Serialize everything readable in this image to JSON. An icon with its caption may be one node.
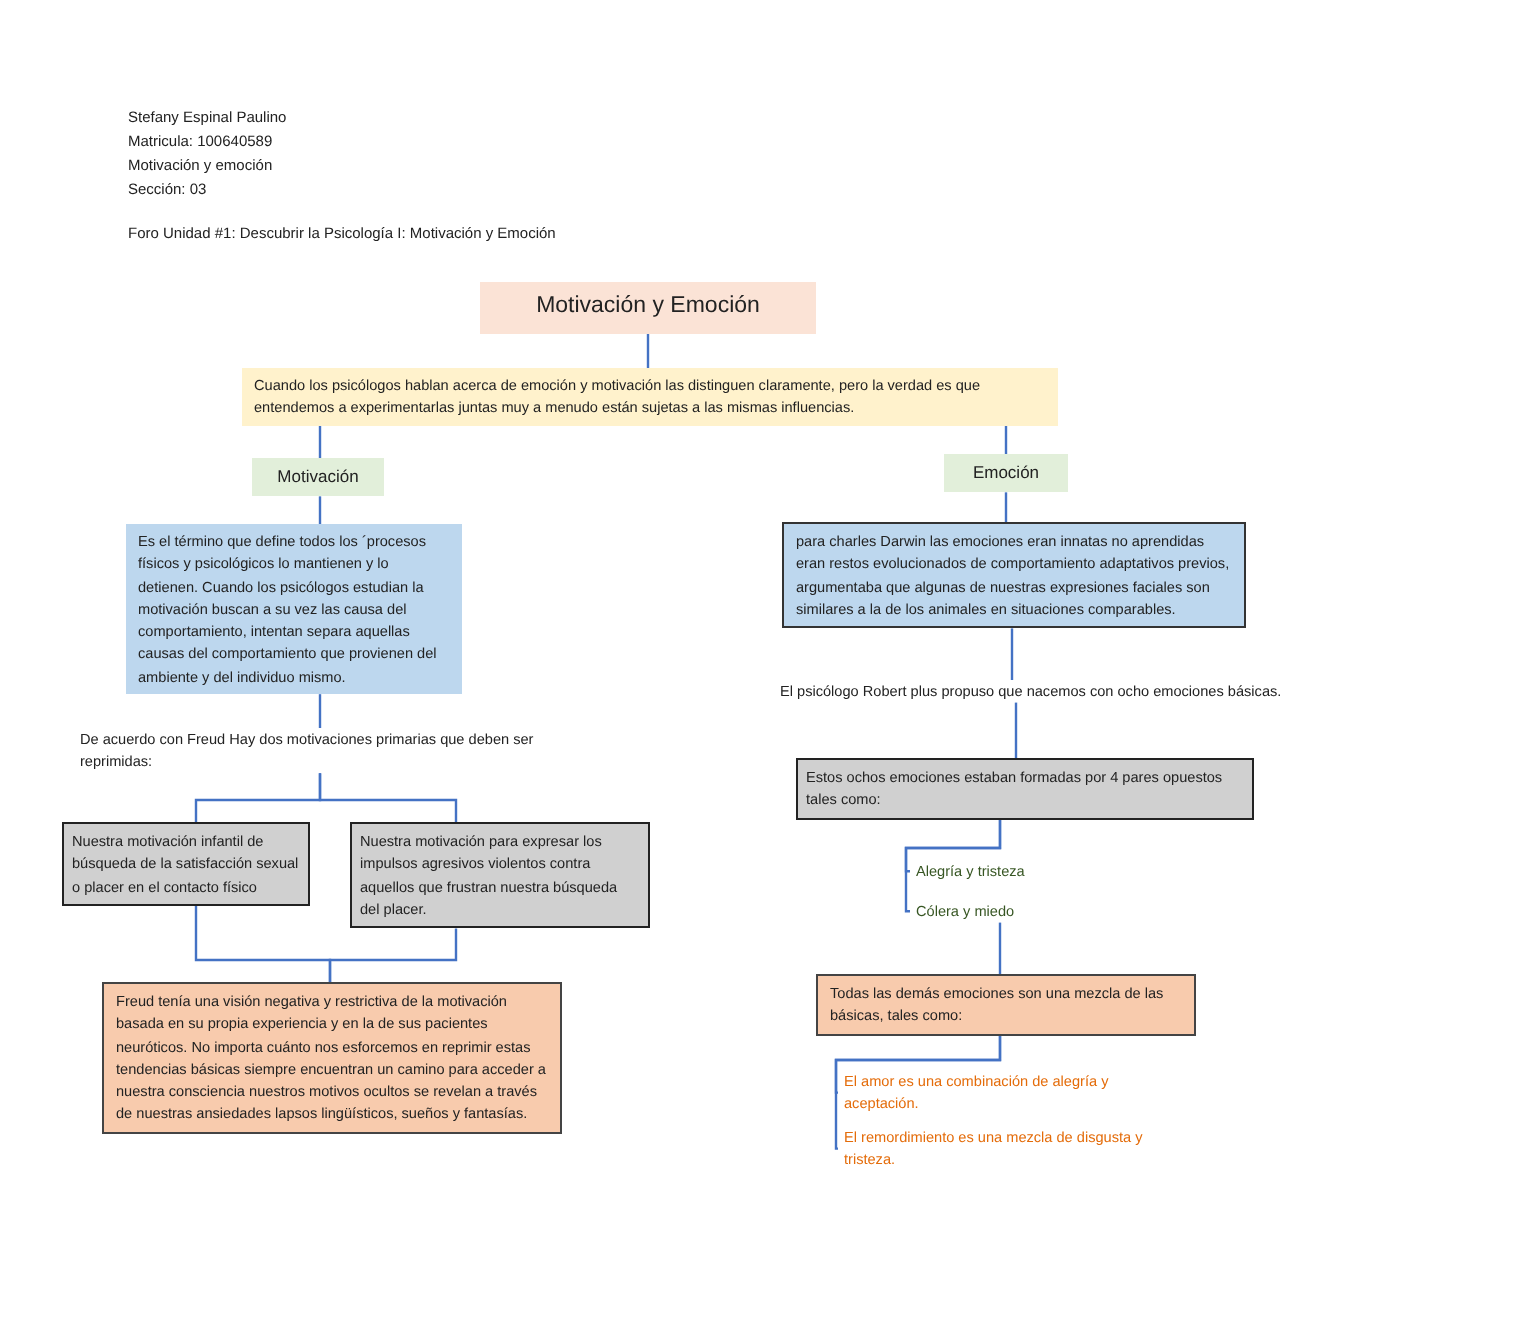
{
  "diagram": {
    "nodes": [
      {
        "text": [
          "Motivación y Emoción"
        ]
      },
      {
        "text": [
          "Cuando los psicólogos hablan acerca de emoción y motivación las distinguen claramente, pero la verdad es que entendemos a experimentarlas juntas muy a menudo están sujetas a las mismas influencias."
        ]
      },
      {
        "text": [
          "Motivación"
        ]
      },
      {
        "text": [
          "Emoción"
        ]
      },
      {
        "text": [
          "Es el término que define todos los ´procesos físicos y psicológicos lo mantienen y lo detienen. Cuando los psicólogos estudian la motivación buscan a su vez las causa del comportamiento, intentan separa aquellas causas del comportamiento que provienen del ambiente y del individuo mismo."
        ]
      },
      {
        "text": [
          "De acuerdo con Freud Hay dos motivaciones primarias que deben ser reprimidas:"
        ]
      },
      {
        "text": [
          "Nuestra motivación infantil de búsqueda de la satisfacción sexual o placer en el contacto físico"
        ]
      },
      {
        "text": [
          "Nuestra motivación para expresar los impulsos agresivos violentos contra aquellos que frustran nuestra búsqueda del placer."
        ]
      },
      {
        "text": [
          "Freud tenía una visión negativa y restrictiva de la motivación basada en su propia experiencia y en la de sus pacientes neuróticos. No importa cuánto nos esforcemos en reprimir estas tendencias básicas siempre encuentran un camino para acceder a nuestra consciencia nuestros motivos ocultos se revelan a través de nuestras ansiedades lapsos lingüísticos, sueños y fantasías."
        ]
      },
      {
        "text": [
          "para charles Darwin las emociones eran innatas no aprendidas eran restos evolucionados de comportamiento adaptativos previos, argumentaba que algunas de nuestras expresiones faciales son similares a la de los animales en situaciones comparables."
        ]
      },
      {
        "text": [
          "El psicólogo Robert plus propuso que nacemos con ocho emociones básicas."
        ]
      },
      {
        "text": [
          "Estos ochos emociones estaban formadas por 4 pares opuestos tales como:"
        ]
      },
      {
        "text": [
          "Alegría y tristeza"
        ]
      },
      {
        "text": [
          "Cólera y miedo"
        ]
      },
      {
        "text": [
          "Todas las demás emociones son una mezcla de las básicas, tales como:"
        ]
      },
      {
        "text": [
          "El amor es una combinación de alegría y aceptación."
        ]
      },
      {
        "text": [
          "El remordimiento es una mezcla de disgusta y tristeza."
        ]
      }
    ],
    "edges": [
      {
        "from": 0,
        "to": 1,
        "arrow": "none"
      },
      {
        "from": 1,
        "to": 2,
        "arrow": "none"
      },
      {
        "from": 1,
        "to": 3,
        "arrow": "none"
      },
      {
        "from": 2,
        "to": 4,
        "arrow": "none"
      },
      {
        "from": 4,
        "to": 5,
        "arrow": "none"
      },
      {
        "from": 5,
        "to": 6,
        "arrow": "none"
      },
      {
        "from": 5,
        "to": 7,
        "arrow": "none"
      },
      {
        "from": 6,
        "to": 8,
        "arrow": "none"
      },
      {
        "from": 7,
        "to": 8,
        "arrow": "none"
      },
      {
        "from": 3,
        "to": 9,
        "arrow": "none"
      },
      {
        "from": 9,
        "to": 10,
        "arrow": "none"
      },
      {
        "from": 10,
        "to": 11,
        "arrow": "none"
      },
      {
        "from": 11,
        "to": 12,
        "arrow": "none"
      },
      {
        "from": 11,
        "to": 13,
        "arrow": "none"
      },
      {
        "from": 13,
        "to": 14,
        "arrow": "none"
      },
      {
        "from": 14,
        "to": 15,
        "arrow": "none"
      },
      {
        "from": 14,
        "to": 16,
        "arrow": "none"
      }
    ],
    "labels": [
      "Stefany Espinal Paulino",
      "Matricula: 100640589",
      "Motivación y emoción",
      "Sección: 03",
      "Foro Unidad #1: Descubrir la Psicología I: Motivación y Emoción"
    ]
  }
}
